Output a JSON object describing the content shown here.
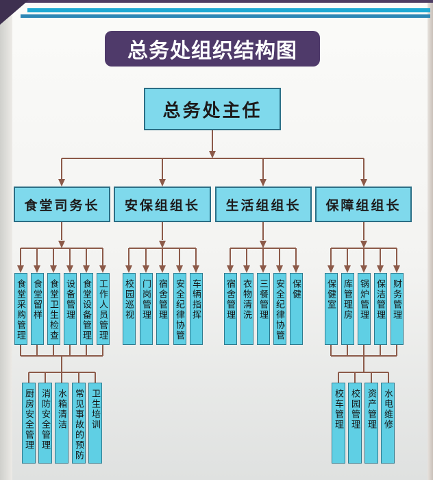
{
  "title": "总务处组织结构图",
  "director": "总务处主任",
  "colors": {
    "title_bg": "#4f3a6a",
    "box_fill": "#7fd9ec",
    "sub_box_fill": "#5fcfe4",
    "box_border": "#2b6e85",
    "connector": "#8c5a49",
    "stripe_light": "#1ea9d3",
    "stripe_dark": "#2d87b5"
  },
  "groups": [
    {
      "label": "食堂司务长",
      "duties": [
        "食堂采购管理",
        "食堂留样",
        "食堂卫生检查",
        "设备管理",
        "食堂设备管理",
        "工作人员管理"
      ],
      "sub_duties": [
        "厨房安全管理",
        "消防安全管理",
        "水箱清洁",
        "常见事故的预防",
        "卫生培训"
      ]
    },
    {
      "label": "安保组组长",
      "duties": [
        "校园巡视",
        "门岗管理",
        "宿舍管理",
        "安全纪律协管",
        "车辆指挥"
      ],
      "sub_duties": []
    },
    {
      "label": "生活组组长",
      "duties": [
        "宿舍管理",
        "衣物清洗",
        "三餐管理",
        "安全纪律协管",
        "保健"
      ],
      "sub_duties": []
    },
    {
      "label": "保障组组长",
      "duties": [
        "保健室",
        "库管理房",
        "锅炉管理",
        "保洁管理",
        "财务管理"
      ],
      "sub_duties": [
        "校车管理",
        "校园管理",
        "资产管理",
        "水电维修"
      ]
    }
  ]
}
